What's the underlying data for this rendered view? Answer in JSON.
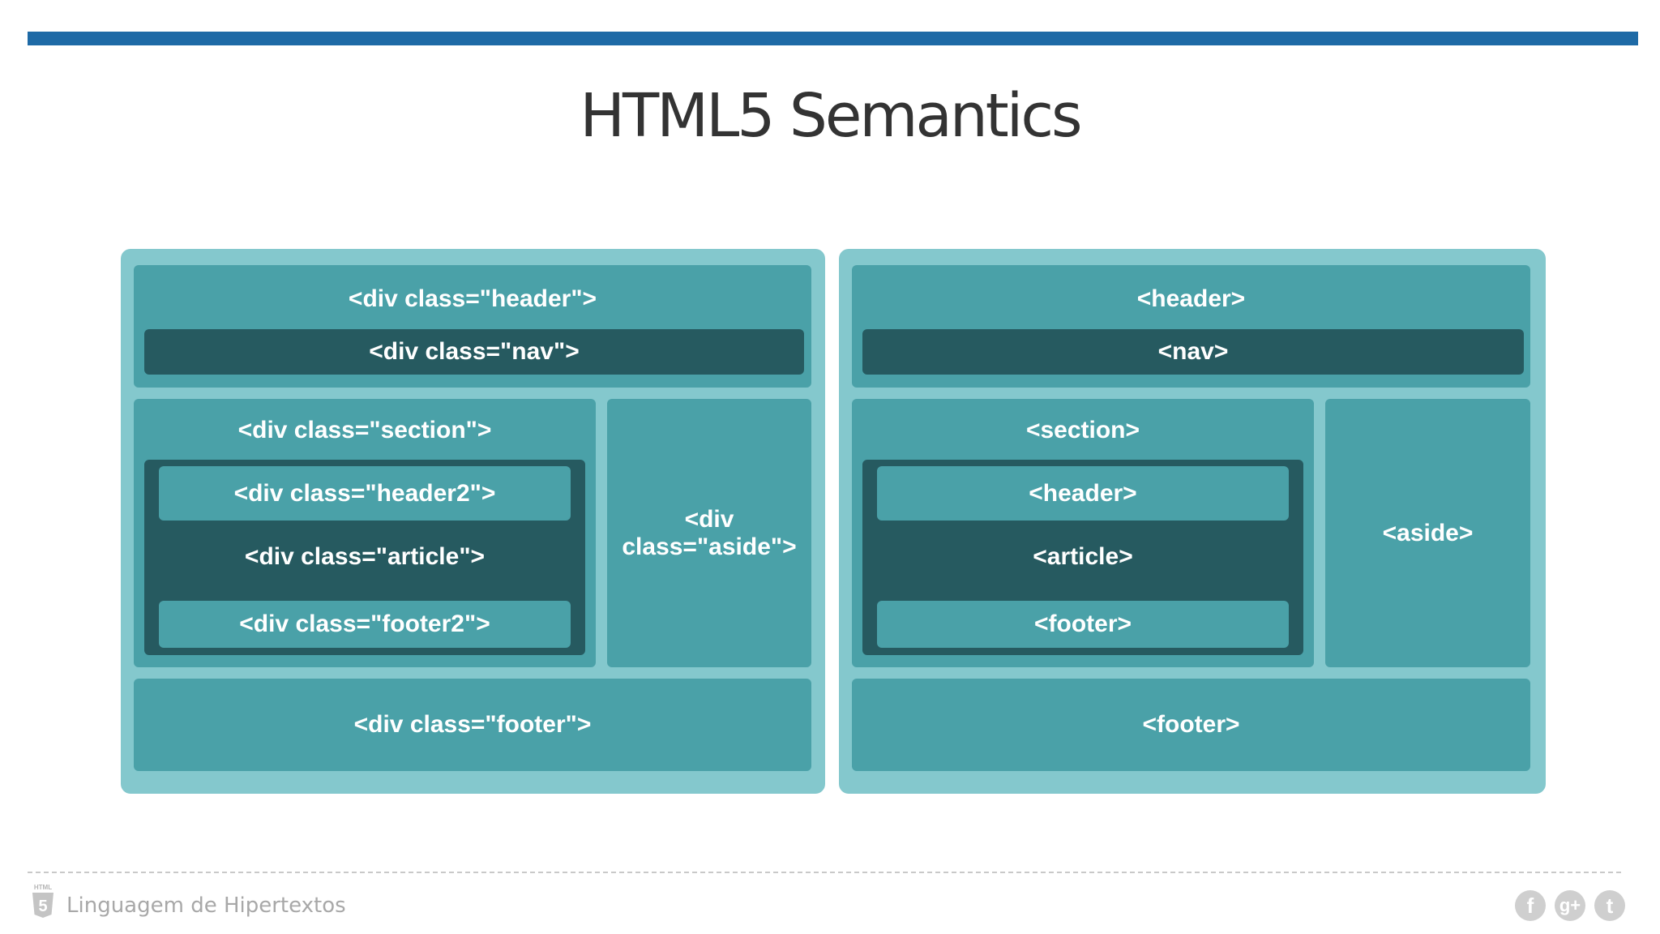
{
  "title": "HTML5 Semantics",
  "left": {
    "header": "<div class=\"header\">",
    "nav": "<div class=\"nav\">",
    "section": "<div class=\"section\">",
    "inner_header": "<div class=\"header2\">",
    "article": "<div class=\"article\">",
    "inner_footer": "<div class=\"footer2\">",
    "aside_line1": "<div",
    "aside_line2": "class=\"aside\">",
    "footer": "<div class=\"footer\">"
  },
  "right": {
    "header": "<header>",
    "nav": "<nav>",
    "section": "<section>",
    "inner_header": "<header>",
    "article": "<article>",
    "inner_footer": "<footer>",
    "aside": "<aside>",
    "footer": "<footer>"
  },
  "footer": {
    "logo_label": "HTML",
    "logo_number": "5",
    "text": "Linguagem de Hipertextos",
    "social": [
      {
        "icon": "facebook-icon",
        "glyph": "f"
      },
      {
        "icon": "google-plus-icon",
        "glyph": "g+"
      },
      {
        "icon": "twitter-icon",
        "glyph": "t"
      }
    ]
  },
  "colors": {
    "topbar": "#1e6aa6",
    "panel": "#84c8cd",
    "box": "#4aa1a8",
    "dark": "#265a60"
  }
}
